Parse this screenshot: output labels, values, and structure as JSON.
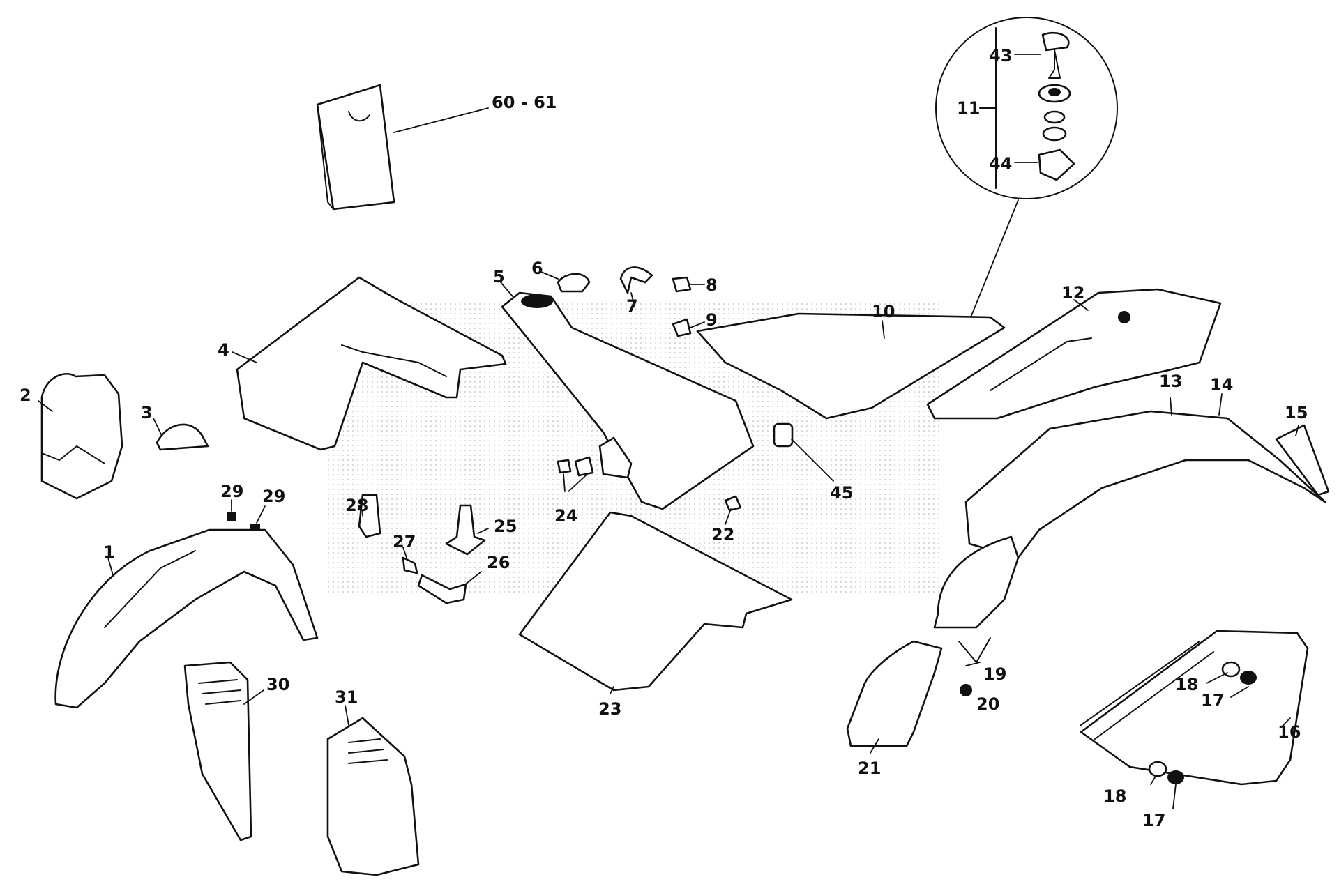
{
  "diagram": {
    "colors": {
      "line": "#111111",
      "background": "#ffffff",
      "watermark": "#9a9a9a"
    },
    "labels": {
      "p1": "1",
      "p2": "2",
      "p3": "3",
      "p4": "4",
      "p5": "5",
      "p6": "6",
      "p7": "7",
      "p8": "8",
      "p9": "9",
      "p10": "10",
      "p11": "11",
      "p12": "12",
      "p13": "13",
      "p14": "14",
      "p15": "15",
      "p16": "16",
      "p17a": "17",
      "p17b": "17",
      "p18a": "18",
      "p18b": "18",
      "p19": "19",
      "p20": "20",
      "p21": "21",
      "p22": "22",
      "p23": "23",
      "p24": "24",
      "p25": "25",
      "p26": "26",
      "p27": "27",
      "p28": "28",
      "p29a": "29",
      "p29b": "29",
      "p30": "30",
      "p31": "31",
      "p43": "43",
      "p44": "44",
      "p45": "45",
      "p60_61": "60 - 61"
    }
  }
}
